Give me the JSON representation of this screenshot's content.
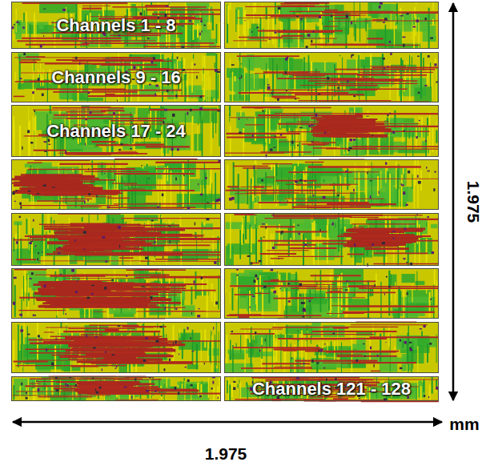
{
  "diagram": {
    "nodes": [
      {
        "text": [
          "Channels 1 - 8"
        ]
      },
      {
        "text": [
          "Channels 9 - 16"
        ]
      },
      {
        "text": [
          "Channels 17 - 24"
        ]
      },
      {
        "text": [
          "Channels 121 - 128"
        ]
      }
    ],
    "labels": [
      "1.975",
      "1.975",
      "mm"
    ]
  }
}
